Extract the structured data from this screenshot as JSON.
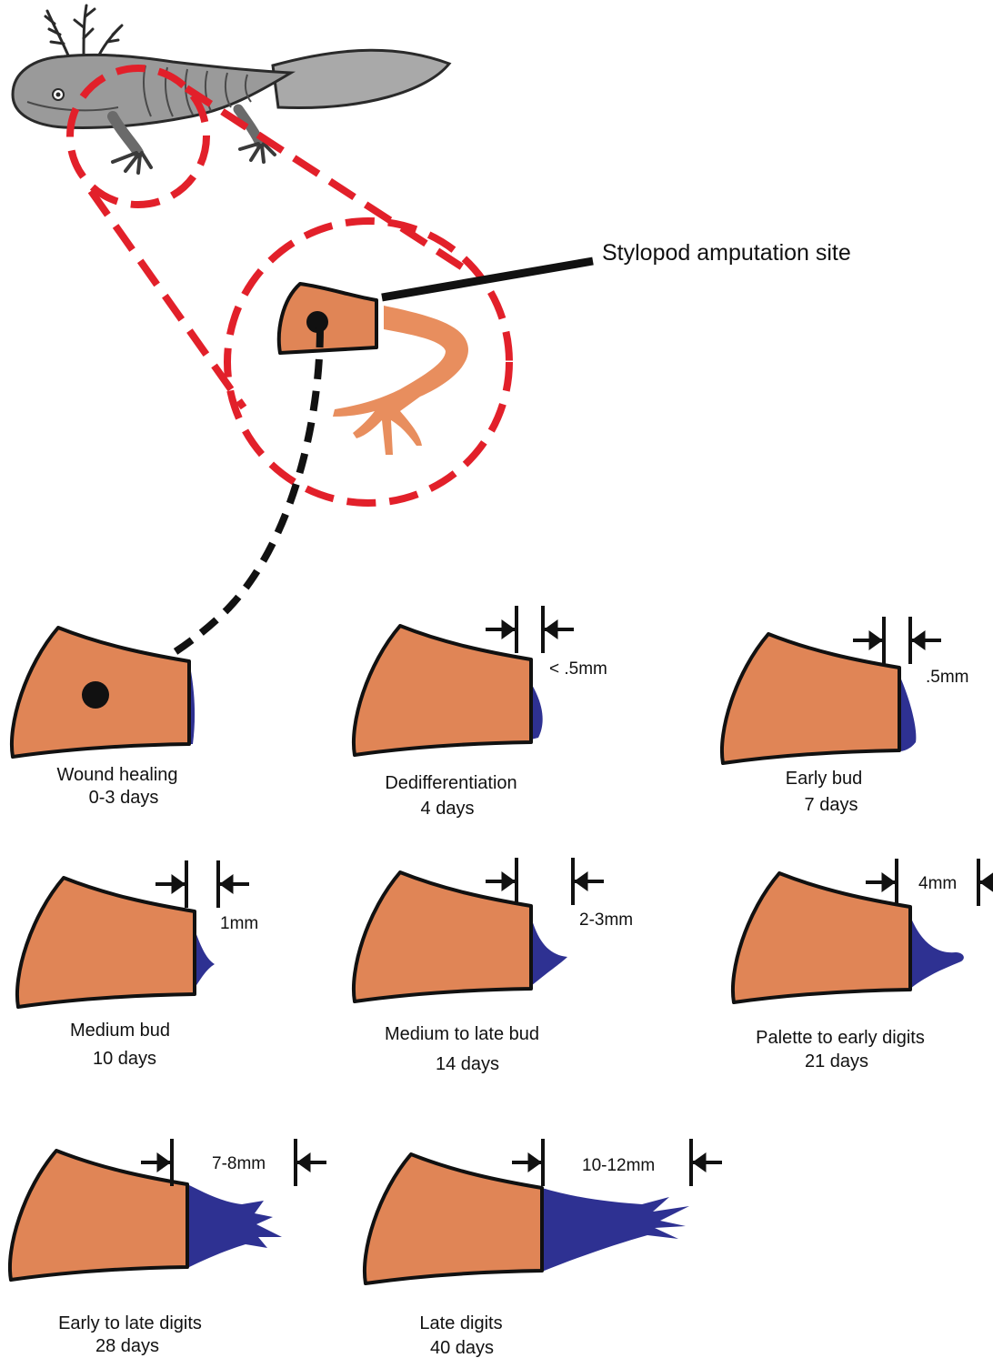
{
  "figure": {
    "callout_label": "Stylopod amputation site",
    "colors": {
      "stump": "#E08556",
      "limb": "#E88E5E",
      "blastema": "#2E3192",
      "zoom_circle": "#E2202A",
      "outline": "#111111"
    },
    "animal_icon": "axolotl-illustration",
    "stages": [
      {
        "name": "Wound healing",
        "time": "0-3 days",
        "measure": ""
      },
      {
        "name": "Dedifferentiation",
        "time": "4 days",
        "measure": "< .5mm"
      },
      {
        "name": "Early bud",
        "time": "7 days",
        "measure": ".5mm"
      },
      {
        "name": "Medium bud",
        "time": "10 days",
        "measure": "1mm"
      },
      {
        "name": "Medium to late bud",
        "time": "14 days",
        "measure": "2-3mm"
      },
      {
        "name": "Palette to early digits",
        "time": "21 days",
        "measure": "4mm"
      },
      {
        "name": "Early  to late digits",
        "time": "28 days",
        "measure": "7-8mm"
      },
      {
        "name": "Late digits",
        "time": "40 days",
        "measure": "10-12mm"
      }
    ]
  }
}
